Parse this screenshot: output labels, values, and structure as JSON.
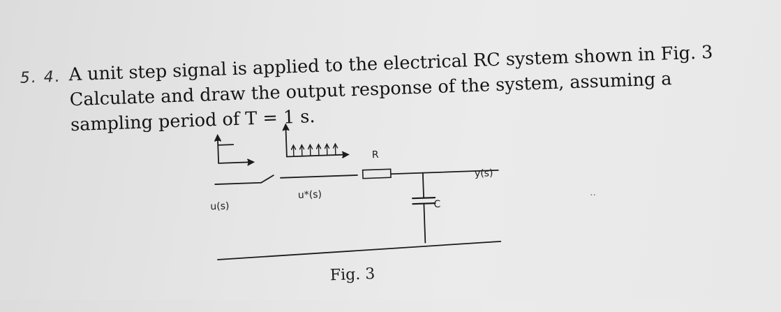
{
  "problem": {
    "number": "5. 4.",
    "lines": [
      "A unit step signal is applied to the electrical RC system shown in Fig. 3",
      "Calculate and draw the output response of the system, assuming a",
      "sampling period of T = 1 s."
    ]
  },
  "figure": {
    "input_label": "u(s)",
    "sampled_label": "u*(s)",
    "resistor_label": "R",
    "capacitor_label": "C",
    "output_label": "y(s)",
    "caption": "Fig. 3"
  }
}
